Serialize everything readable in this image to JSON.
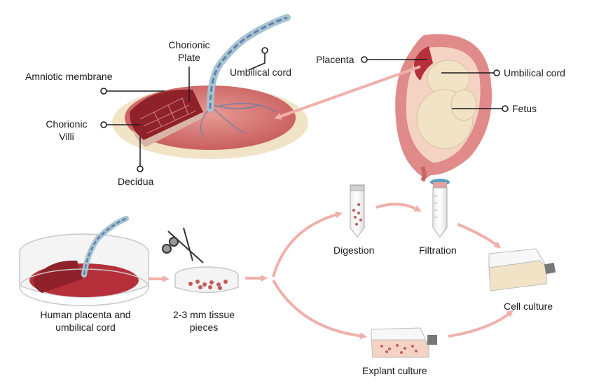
{
  "colors": {
    "tissue_red": "#b5303a",
    "tissue_dark": "#7e1d24",
    "placenta_outer": "#e59a96",
    "cream": "#f1e3c6",
    "uterus": "#e08a8a",
    "arrow_pink": "#f0b0aa",
    "vessel_blue": "#5b7fb0",
    "leader_line": "#1a1a1a"
  },
  "labels": {
    "chorionic_plate": "Chorionic\nPlate",
    "umbilical_cord_left": "Umbilical cord",
    "amniotic_membrane": "Amniotic membrane",
    "chorionic_villi": "Chorionic\nVilli",
    "decidua": "Decidua",
    "placenta": "Placenta",
    "umbilical_cord_right": "Umbilical cord",
    "fetus": "Fetus",
    "digestion": "Digestion",
    "filtration": "Filtration",
    "human_placenta": "Human placenta and\numbilical cord",
    "tissue_pieces": "2-3 mm tissue\npieces",
    "cell_culture": "Cell culture",
    "explant_culture": "Explant culture"
  }
}
